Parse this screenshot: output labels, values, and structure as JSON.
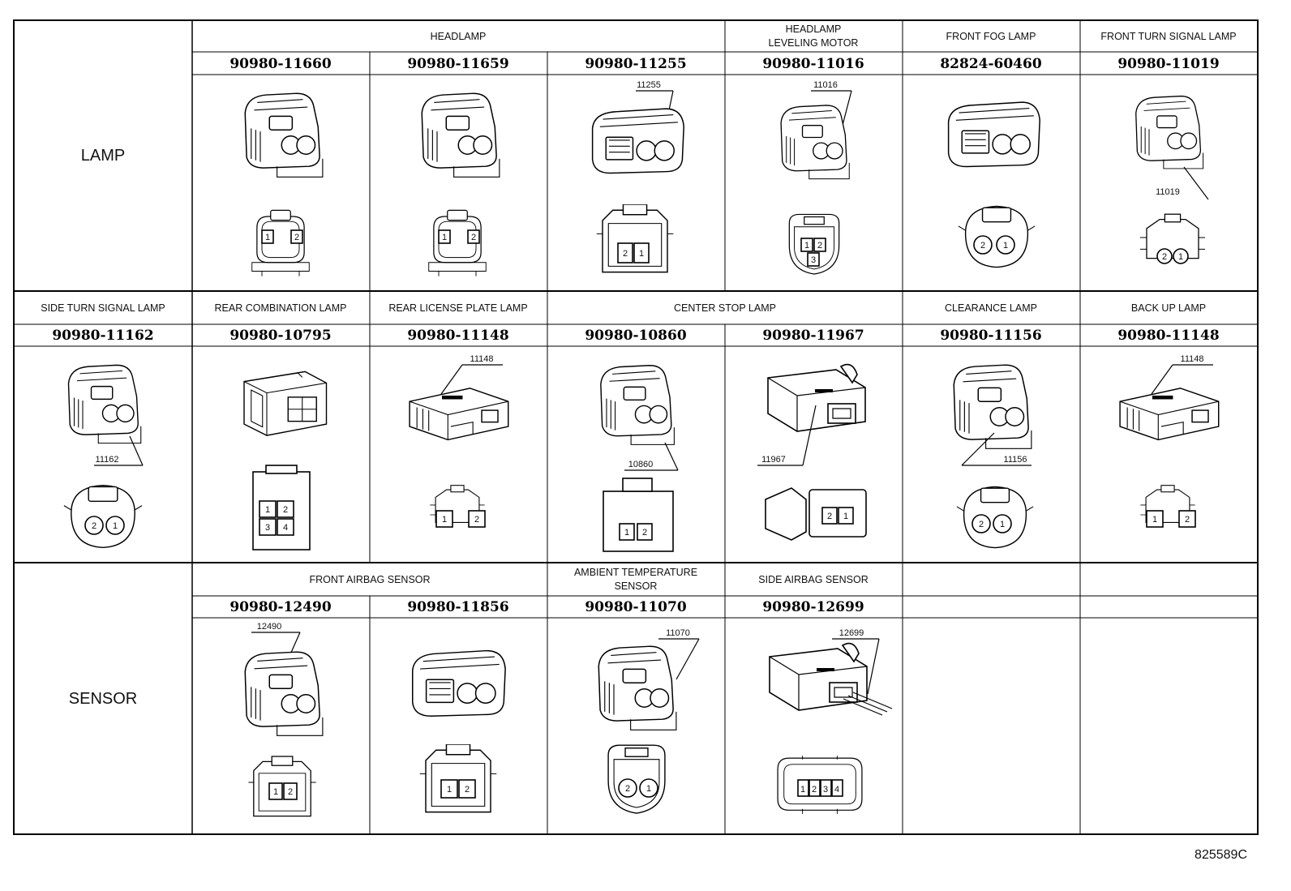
{
  "reference_code": "825589C",
  "groups": {
    "lamp": "LAMP",
    "sensor": "SENSOR"
  },
  "headers": {
    "headlamp": "HEADLAMP",
    "headlamp_leveling_l1": "HEADLAMP",
    "headlamp_leveling_l2": "LEVELING MOTOR",
    "front_fog": "FRONT FOG LAMP",
    "front_turn": "FRONT TURN SIGNAL LAMP",
    "side_turn": "SIDE TURN SIGNAL LAMP",
    "rear_comb": "REAR COMBINATION LAMP",
    "rear_license": "REAR LICENSE PLATE LAMP",
    "center_stop": "CENTER STOP LAMP",
    "clearance": "CLEARANCE LAMP",
    "back_up": "BACK UP LAMP",
    "front_airbag": "FRONT AIRBAG SENSOR",
    "ambient_l1": "AMBIENT TEMPERATURE",
    "ambient_l2": "SENSOR",
    "side_airbag": "SIDE AIRBAG SENSOR"
  },
  "parts": {
    "r1c1": "90980-11660",
    "r1c2": "90980-11659",
    "r1c3": "90980-11255",
    "r1c4": "90980-11016",
    "r1c5": "82824-60460",
    "r1c6": "90980-11019",
    "r2c0": "90980-11162",
    "r2c1": "90980-10795",
    "r2c2": "90980-11148",
    "r2c3": "90980-10860",
    "r2c4": "90980-11967",
    "r2c5": "90980-11156",
    "r2c6": "90980-11148",
    "r3c1": "90980-12490",
    "r3c2": "90980-11856",
    "r3c3": "90980-11070",
    "r3c4": "90980-12699"
  },
  "callouts": {
    "r1c3": "11255",
    "r1c4": "11016",
    "r1c6": "11019",
    "r2c0": "11162",
    "r2c2": "11148",
    "r2c3": "10860",
    "r2c4": "11967",
    "r2c5": "11156",
    "r2c6": "11148",
    "r3c1": "12490",
    "r3c3": "11070",
    "r3c4": "12699"
  },
  "pins": {
    "one": "1",
    "two": "2",
    "three": "3",
    "four": "4"
  }
}
